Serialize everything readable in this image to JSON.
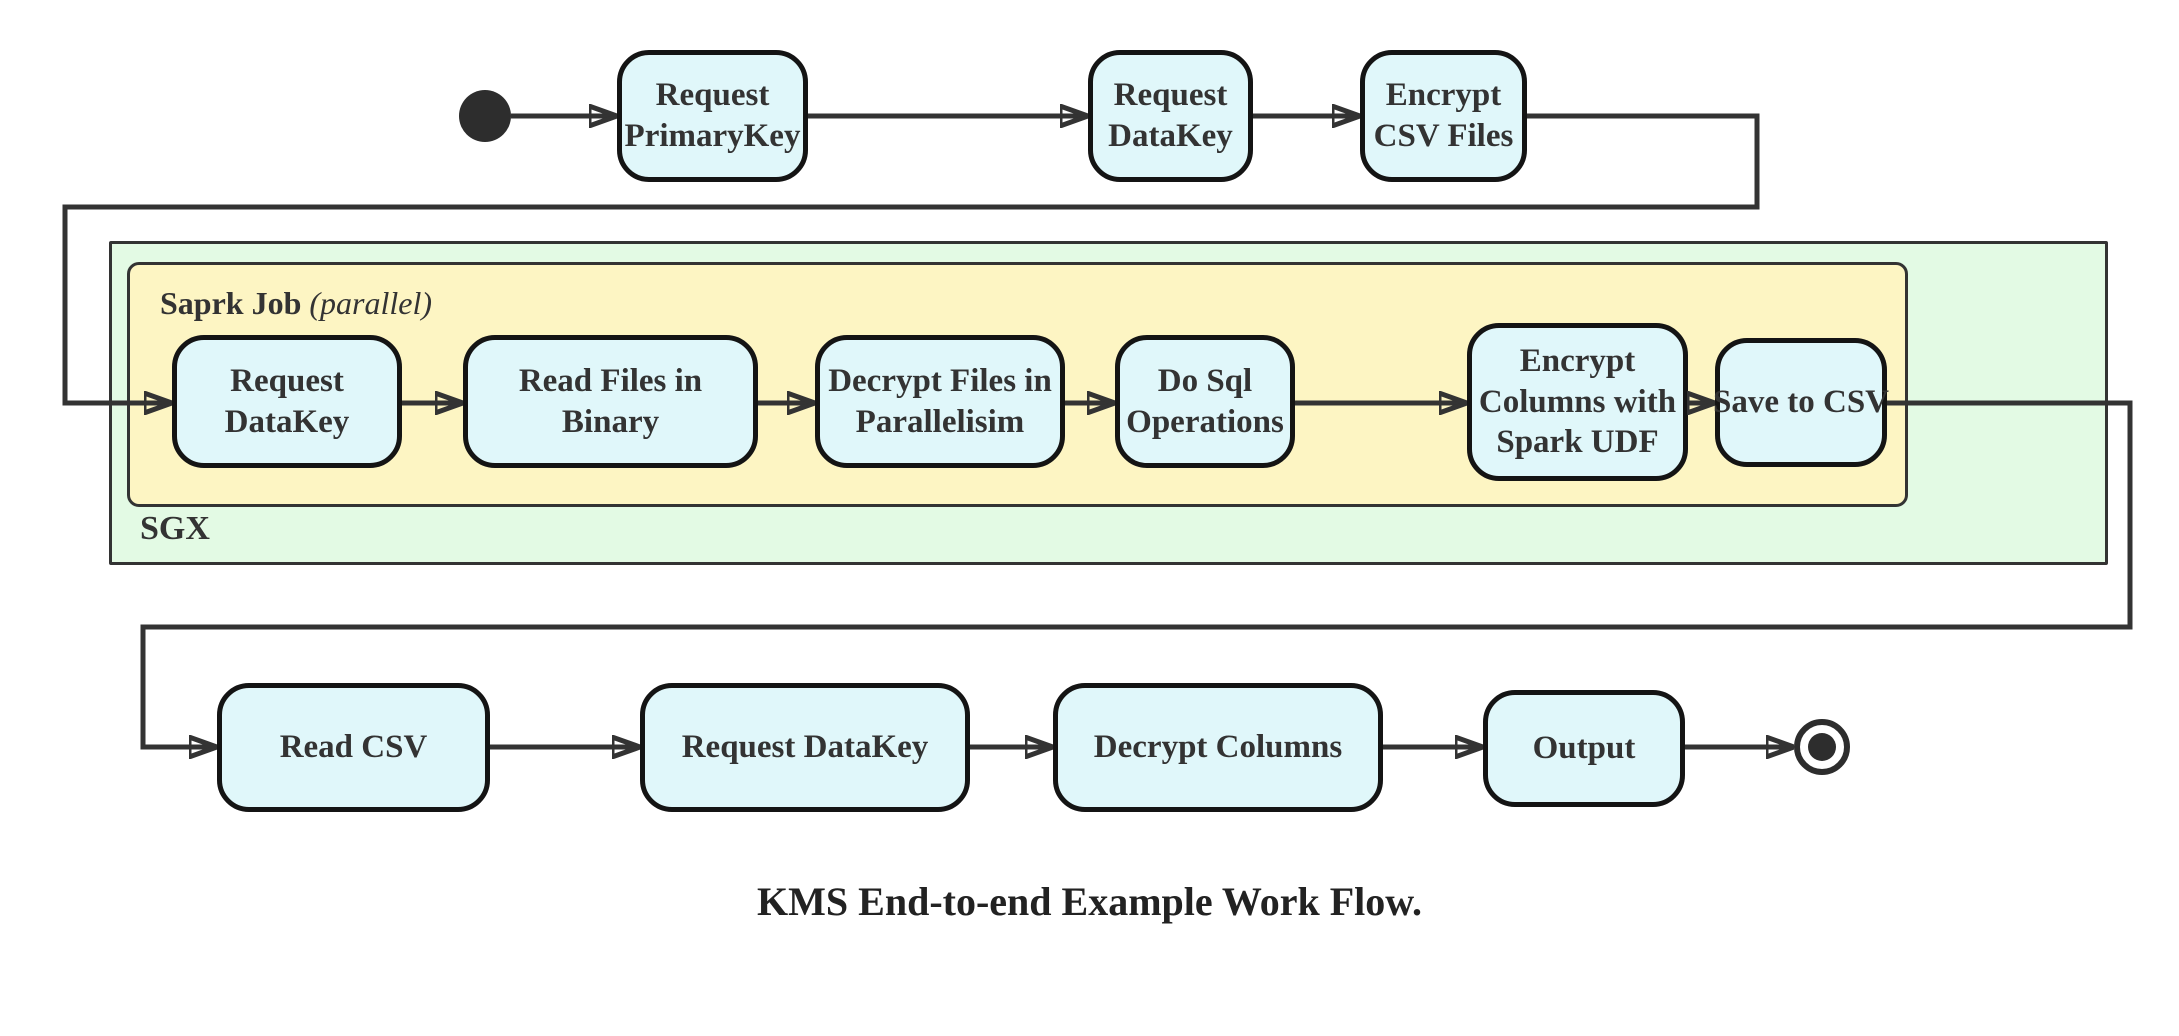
{
  "title": "KMS End-to-end Example Work Flow.",
  "colors": {
    "node_fill": "#e0f7fa",
    "node_border": "#141414",
    "spark_fill": "#fdf5c3",
    "sgx_fill": "#e3fae4",
    "container_border": "#333333",
    "edge": "#333333",
    "text": "#333333"
  },
  "top_row": {
    "request_primarykey": "Request\nPrimaryKey",
    "request_datakey": "Request\nDataKey",
    "encrypt_csv_files": "Encrypt\nCSV Files"
  },
  "sgx": {
    "label": "SGX",
    "spark_job": {
      "label": "Saprk Job",
      "mode": "(parallel)",
      "steps": {
        "request_datakey": "Request\nDataKey",
        "read_files_in_binary": "Read Files in\nBinary",
        "decrypt_files_in_parallelisim": "Decrypt Files in\nParallelisim",
        "do_sql_operations": "Do Sql\nOperations",
        "encrypt_columns_with_spark_udf": "Encrypt\nColumns with\nSpark UDF",
        "save_to_csv": "Save to CSV"
      }
    }
  },
  "bottom_row": {
    "read_csv": "Read CSV",
    "request_datakey": "Request DataKey",
    "decrypt_columns": "Decrypt Columns",
    "output": "Output"
  }
}
